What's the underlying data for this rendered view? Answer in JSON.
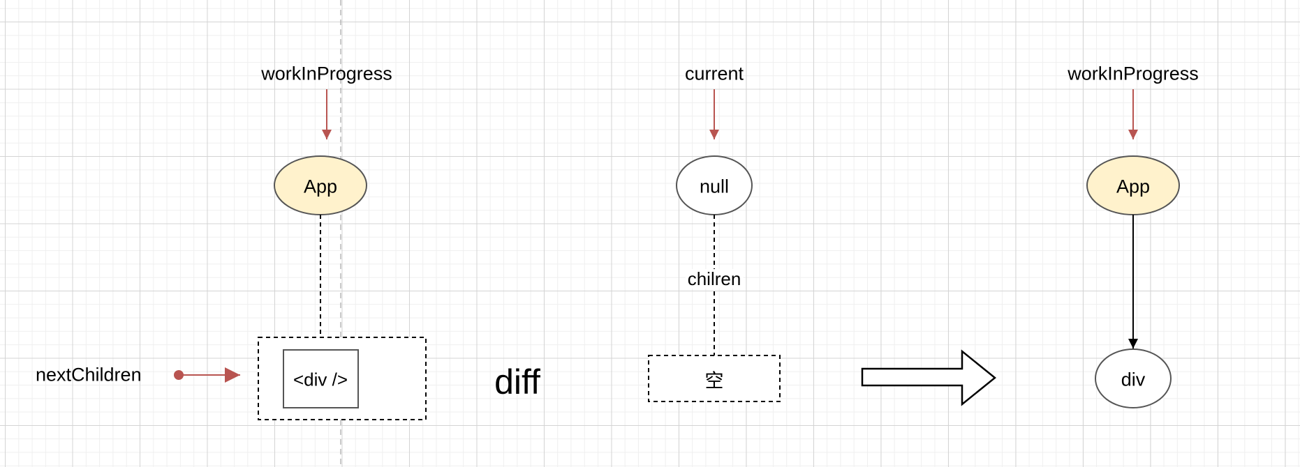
{
  "colors": {
    "arrow_red": "#b85450",
    "node_fill_yellow": "#fff2cc",
    "node_fill_white": "#ffffff",
    "stroke_gray": "#555555",
    "stroke_black": "#000000"
  },
  "left_panel": {
    "pointer_label": "workInProgress",
    "node_label": "App",
    "next_children_label": "nextChildren",
    "child_label": "<div />"
  },
  "middle": {
    "operation_label": "diff"
  },
  "current_panel": {
    "pointer_label": "current",
    "node_label": "null",
    "edge_label": "chilren",
    "child_label": "空"
  },
  "right_panel": {
    "pointer_label": "workInProgress",
    "node_label": "App",
    "child_label": "div"
  }
}
